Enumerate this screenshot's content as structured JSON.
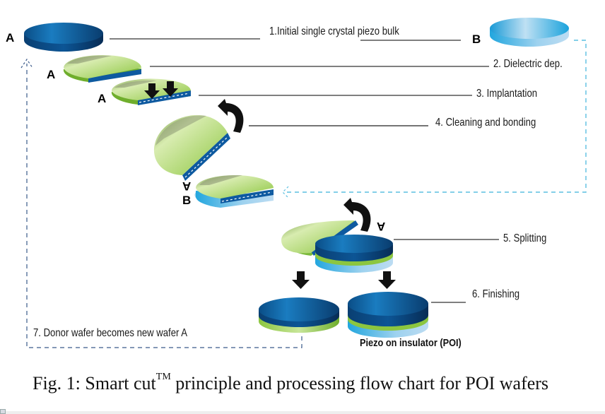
{
  "diagram": {
    "steps": [
      {
        "label": "1.Initial single crystal piezo bulk"
      },
      {
        "label": "2. Dielectric dep."
      },
      {
        "label": "3. Implantation"
      },
      {
        "label": "4. Cleaning and bonding"
      },
      {
        "label": "5. Splitting"
      },
      {
        "label": "6. Finishing"
      },
      {
        "label": "7. Donor wafer becomes new wafer A"
      }
    ],
    "wafer_labels": {
      "a_initial": "A",
      "b_initial": "B",
      "a_step2": "A",
      "a_step3": "A",
      "a_bonded": "A",
      "b_bonded": "B",
      "a_split": "A"
    },
    "product_label": "Piezo on insulator (POI)",
    "colors": {
      "piezo_dark_blue": "#0b4f8a",
      "piezo_light_blue": "#5ab8e6",
      "dielectric_green": "#8cc63f",
      "arrow_black": "#111111",
      "dashed_blue_a": "#3a5a8a",
      "dashed_blue_b": "#5bbfe0"
    }
  },
  "caption": {
    "prefix": "Fig. 1: Smart cut",
    "superscript": "TM",
    "suffix": " principle and processing flow chart for POI wafers"
  }
}
